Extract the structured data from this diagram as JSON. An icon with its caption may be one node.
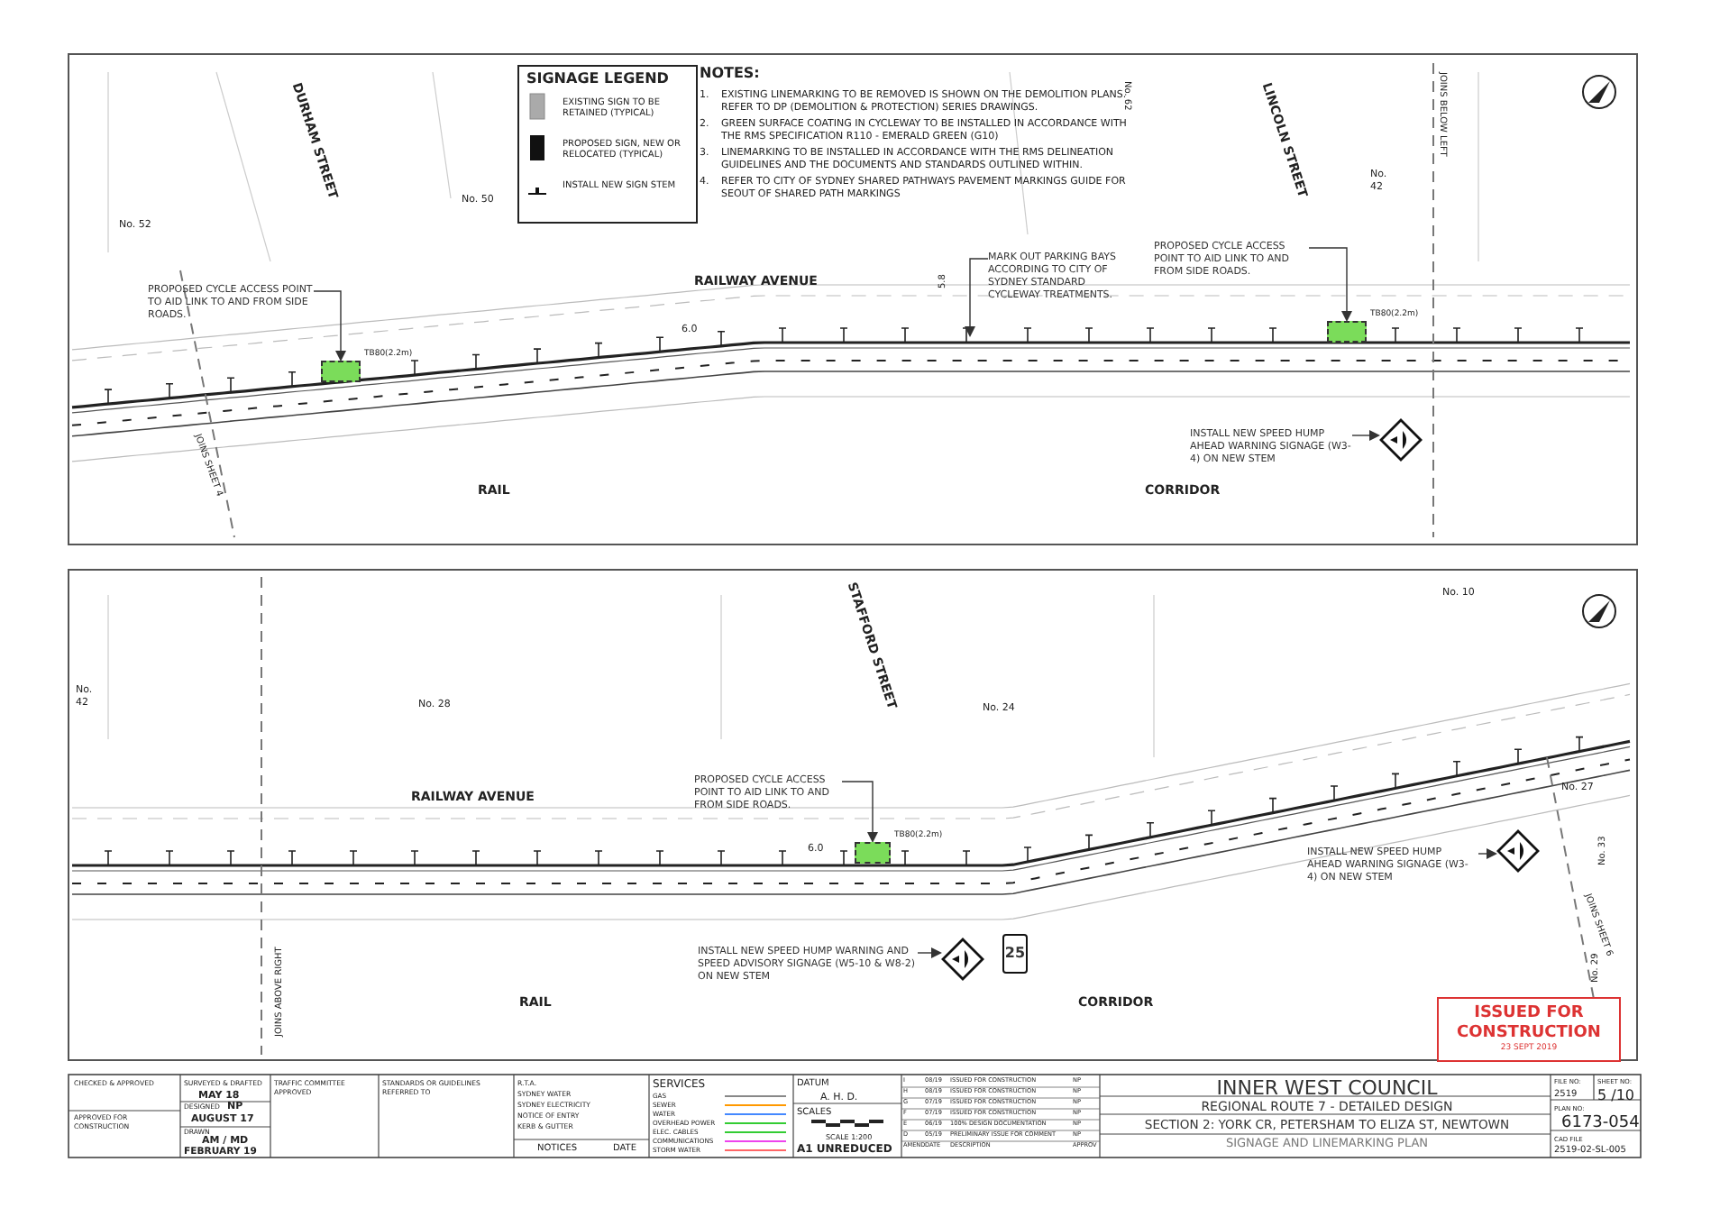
{
  "diagram": {
    "nodes": [
      {
        "text": [
          "PROPOSED CYCLE ACCESS POINT TO AID LINK TO AND FROM SIDE ROADS."
        ]
      },
      {
        "text": [],
        "shape": "box",
        "beside": [
          "TB80(2.2m)"
        ]
      },
      {
        "text": [
          "MARK OUT PARKING BAYS ACCORDING TO CITY OF SYDNEY STANDARD CYCLEWAY TREATMENTS."
        ]
      },
      {
        "text": [
          "PROPOSED CYCLE ACCESS POINT TO AID LINK TO AND FROM SIDE ROADS."
        ]
      },
      {
        "text": [],
        "shape": "box",
        "beside": [
          "TB80(2.2m)"
        ]
      },
      {
        "text": [
          "INSTALL NEW SPEED HUMP AHEAD WARNING SIGNAGE (W3-4) ON NEW STEM"
        ]
      },
      {
        "text": [],
        "shape": "diamond"
      },
      {
        "text": [
          "PROPOSED CYCLE ACCESS POINT TO AID LINK TO AND FROM SIDE ROADS."
        ]
      },
      {
        "text": [],
        "shape": "box",
        "beside": [
          "TB80(2.2m)"
        ]
      },
      {
        "text": [
          "INSTALL NEW SPEED HUMP WARNING AND SPEED ADVISORY SIGNAGE (W5-10 & W8-2) ON NEW STEM"
        ]
      },
      {
        "text": [],
        "shape": "diamond"
      },
      {
        "text": [
          "25"
        ]
      },
      {
        "text": [
          "INSTALL NEW SPEED HUMP AHEAD WARNING SIGNAGE (W3-4) ON NEW STEM"
        ]
      },
      {
        "text": [],
        "shape": "diamond"
      }
    ],
    "edges": [
      {
        "from": 0,
        "to": 1,
        "arrow": "to"
      },
      {
        "from": 2,
        "to": null,
        "arrow": "to"
      },
      {
        "from": 3,
        "to": 4,
        "arrow": "to"
      },
      {
        "from": 5,
        "to": 6,
        "arrow": "to"
      },
      {
        "from": 7,
        "to": 8,
        "arrow": "to"
      },
      {
        "from": 9,
        "to": 10,
        "arrow": "to"
      },
      {
        "from": 12,
        "to": 13,
        "arrow": "to"
      }
    ],
    "labels": [
      "SIGNAGE LEGEND",
      "NOTES:",
      "1.",
      "EXISTING LINEMARKING TO BE REMOVED IS SHOWN ON THE DEMOLITION PLANS. REFER TO DP (DEMOLITION & PROTECTION) SERIES DRAWINGS.",
      "2.",
      "GREEN SURFACE COATING IN CYCLEWAY TO BE INSTALLED IN ACCORDANCE WITH THE RMS SPECIFICATION R110 - EMERALD GREEN (G10)",
      "3.",
      "LINEMARKING TO BE INSTALLED IN ACCORDANCE WITH THE RMS DELINEATION GUIDELINES AND THE DOCUMENTS AND STANDARDS OUTLINED WITHIN.",
      "4.",
      "REFER TO CITY OF SYDNEY SHARED PATHWAYS PAVEMENT MARKINGS GUIDE FOR SEOUT OF SHARED PATH MARKINGS",
      "DURHAM STREET",
      "No. 52",
      "No. 50",
      "No. 62",
      "LINCOLN STREET",
      "No. 42",
      "JOINS BELOW LEFT",
      "RAILWAY AVENUE",
      "6.0",
      "5.8",
      "JOINS SHEET 4",
      "RAIL",
      "CORRIDOR",
      "No. 42",
      "No. 28",
      "STAFFORD STREET",
      "No. 24",
      "No. 10",
      "RAILWAY AVENUE",
      "6.0",
      "No. 27",
      "No. 33",
      "JOINS SHEET 6",
      "No. 29",
      "JOINS ABOVE RIGHT",
      "RAIL",
      "CORRIDOR",
      "ISSUED FOR CONSTRUCTION",
      "23 SEPT 2019",
      "CHECKED & APPROVED",
      "APPROVED FOR CONSTRUCTION",
      "SURVEYED & DRAFTED",
      "MAY 18",
      "DESIGNED",
      "NP",
      "AUGUST 17",
      "DRAWN",
      "AM / MD",
      "FEBRUARY 19",
      "TRAFFIC COMMITTEE APPROVED",
      "STANDARDS OR GUIDELINES REFERRED TO",
      "R.T.A.",
      "SYDNEY WATER",
      "SYDNEY ELECTRICITY",
      "NOTICE OF ENTRY",
      "KERB & GUTTER",
      "NOTICES",
      "DATE",
      "SERVICES",
      "GAS",
      "SEWER",
      "WATER",
      "OVERHEAD POWER",
      "ELEC. CABLES",
      "COMMUNICATIONS",
      "STORM WATER",
      "DATUM",
      "A. H. D.",
      "SCALES",
      "SCALE 1:200",
      "A1 UNREDUCED",
      "I",
      "08/19",
      "ISSUED FOR CONSTRUCTION",
      "NP",
      "H",
      "08/19",
      "ISSUED FOR CONSTRUCTION",
      "NP",
      "G",
      "07/19",
      "ISSUED FOR CONSTRUCTION",
      "NP",
      "F",
      "07/19",
      "ISSUED FOR CONSTRUCTION",
      "NP",
      "E",
      "06/19",
      "100% DESIGN DOCUMENTATION",
      "NP",
      "D",
      "05/19",
      "PRELIMINARY ISSUE FOR COMMENT",
      "NP",
      "AMEND",
      "DATE",
      "DESCRIPTION",
      "APPROV",
      "INNER WEST COUNCIL",
      "REGIONAL ROUTE 7 - DETAILED DESIGN",
      "SECTION 2: YORK CR, PETERSHAM TO ELIZA ST, NEWTOWN",
      "SIGNAGE AND LINEMARKING PLAN",
      "FILE NO:",
      "2519",
      "SHEET NO:",
      "5 /10",
      "PLAN NO:",
      "6173-054",
      "CAD FILE",
      "2519-02-SL-005"
    ],
    "legend": [
      {
        "text": "EXISTING SIGN TO BE RETAINED (TYPICAL)"
      },
      {
        "text": "PROPOSED SIGN, NEW OR RELOCATED (TYPICAL)"
      },
      {
        "text": "INSTALL NEW SIGN STEM"
      }
    ]
  }
}
